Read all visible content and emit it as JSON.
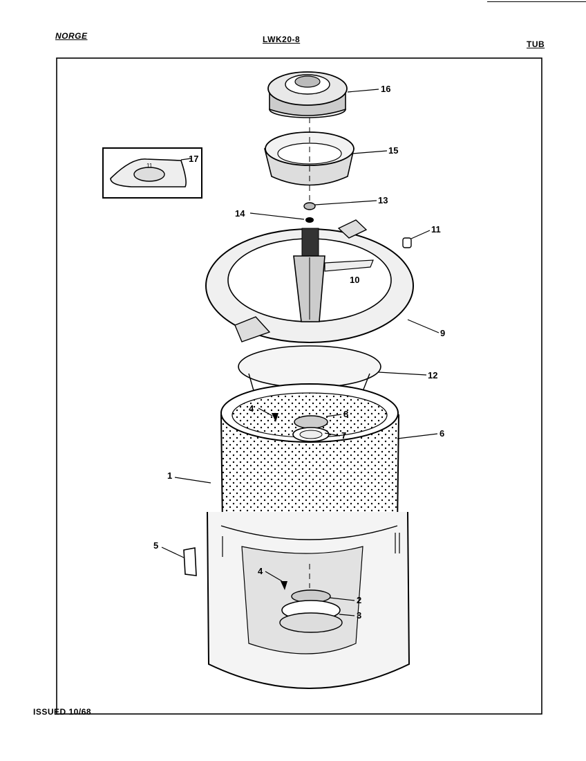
{
  "header": {
    "brand": "NORGE",
    "model": "LWK20-8",
    "section": "TUB"
  },
  "footer": {
    "issued": "ISSUED 10/68"
  },
  "callouts": {
    "c1": "1",
    "c2": "2",
    "c3": "3",
    "c4a": "4",
    "c4b": "4",
    "c5": "5",
    "c6": "6",
    "c7": "7",
    "c8": "8",
    "c9": "9",
    "c10": "10",
    "c11": "11",
    "c12": "12",
    "c13": "13",
    "c14": "14",
    "c15": "15",
    "c16": "16",
    "c17": "17"
  },
  "colors": {
    "ink": "#000000",
    "paper": "#ffffff"
  }
}
